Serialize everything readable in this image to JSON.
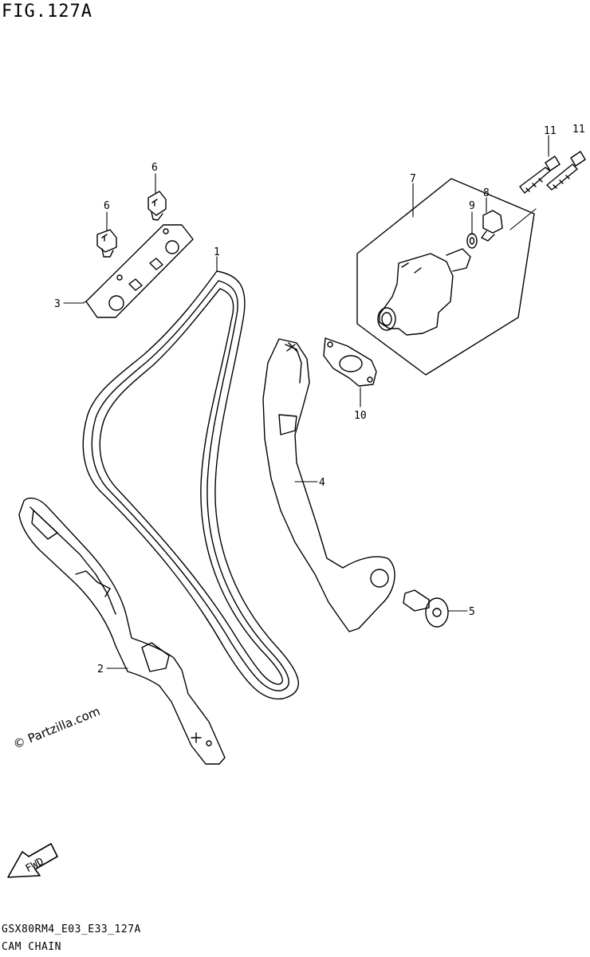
{
  "figure": {
    "title": "FIG.127A",
    "diagram_code": "GSX80RM4_E03_E33_127A",
    "section_name": "CAM CHAIN",
    "watermark": "© Partzilla.com",
    "fwd_label": "FWD"
  },
  "callouts": [
    "1",
    "2",
    "3",
    "4",
    "5",
    "6",
    "6",
    "7",
    "8",
    "9",
    "10",
    "11",
    "11"
  ]
}
